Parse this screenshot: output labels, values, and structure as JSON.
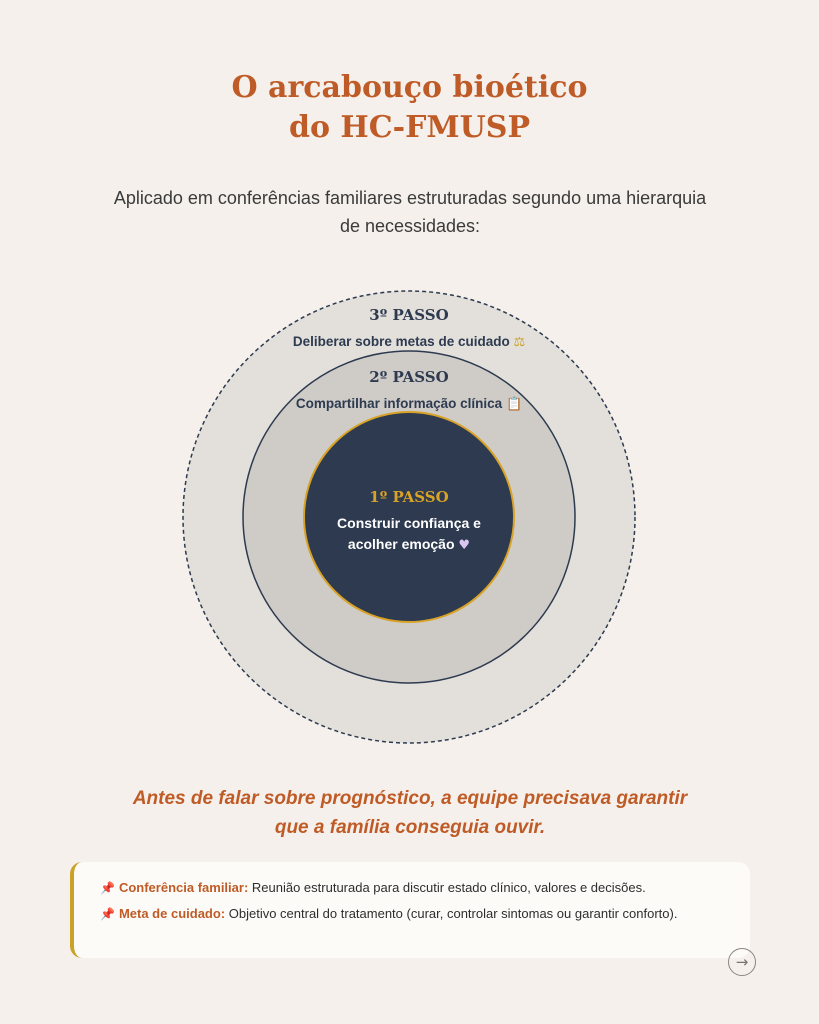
{
  "header": {
    "title_line1": "O arcabouço bioético",
    "title_line2": "do HC-FMUSP",
    "subtitle": "Aplicado em conferências familiares estruturadas segundo uma hierarquia de necessidades:"
  },
  "diagram": {
    "outer": {
      "title": "3º PASSO",
      "description": "Deliberar sobre metas de cuidado",
      "icon": "scales-icon",
      "glyph": "⚖"
    },
    "middle": {
      "title": "2º PASSO",
      "description": "Compartilhar informação clínica",
      "icon": "clipboard-icon",
      "glyph": "📋"
    },
    "inner": {
      "title": "1º PASSO",
      "description_line1": "Construir confiança e",
      "description_line2": "acolher emoção",
      "icon": "heart-icon",
      "glyph": "♥"
    },
    "colors": {
      "outer_fill": "#e3e0db",
      "middle_fill": "#cfccc8",
      "inner_fill": "#2d3a4f",
      "inner_border": "#d8a227",
      "text_dark": "#2d3a4f"
    }
  },
  "quote": {
    "line1": "Antes de falar sobre prognóstico, a equipe precisava garantir",
    "line2": "que a família conseguia ouvir."
  },
  "glossary": {
    "items": [
      {
        "term": "Conferência familiar:",
        "definition": " Reunião estruturada para discutir estado clínico, valores e decisões."
      },
      {
        "term": "Meta de cuidado:",
        "definition": " Objetivo central do tratamento (curar, controlar sintomas ou garantir conforto)."
      }
    ],
    "pin_icon": "pushpin-icon",
    "pin_glyph": "📌"
  },
  "navigation": {
    "next_icon": "arrow-right-icon",
    "next_glyph": "→"
  },
  "theme": {
    "background": "#f5f0eb",
    "accent": "#bf5b26",
    "gold": "#c9a227"
  }
}
